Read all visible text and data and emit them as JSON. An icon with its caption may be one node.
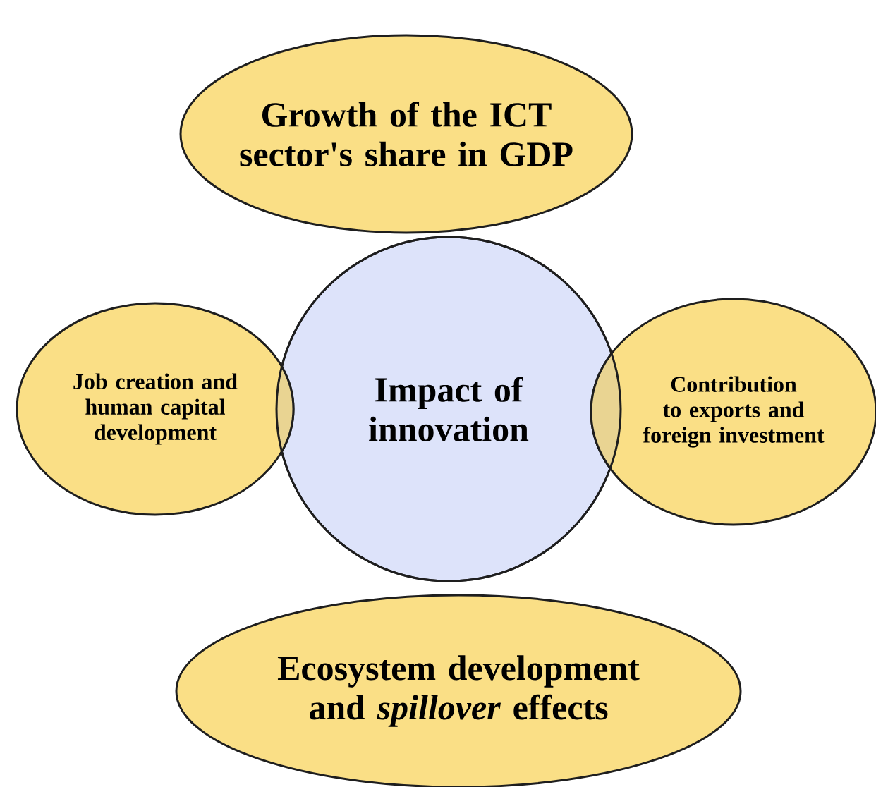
{
  "diagram": {
    "nodes": [
      {
        "text": [
          "Growth of the ICT sector's share in GDP"
        ]
      },
      {
        "text": [
          "Job creation and human capital development"
        ]
      },
      {
        "text": [
          "Impact of innovation"
        ]
      },
      {
        "text": [
          "Contribution to exports and foreign investment"
        ]
      },
      {
        "text": [
          "Ecosystem development and *spillover* effects"
        ]
      }
    ]
  }
}
